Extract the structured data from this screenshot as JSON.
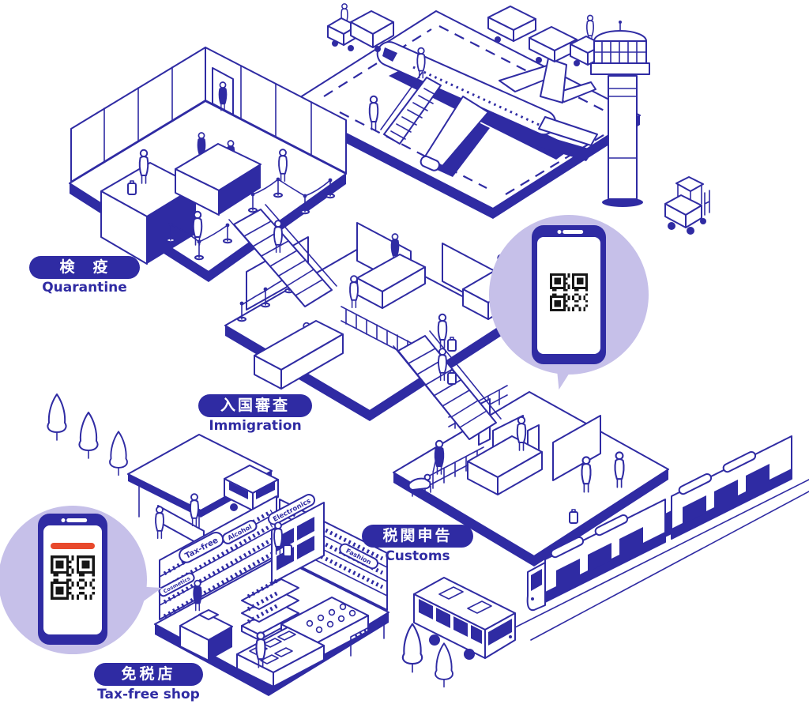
{
  "page": {
    "title": "Airport arrival procedure isometric illustration"
  },
  "colors": {
    "ink": "#2f2ba3",
    "lavender": "#c6c0e9",
    "qr_black": "#161616",
    "scan_bar": "#e8492c",
    "background": "#ffffff"
  },
  "steps": [
    {
      "id": "quarantine",
      "ja": "検　疫",
      "en": "Quarantine"
    },
    {
      "id": "immigration",
      "ja": "入国審査",
      "en": "Immigration"
    },
    {
      "id": "customs",
      "ja": "税関申告",
      "en": "Customs"
    },
    {
      "id": "taxfree",
      "ja": "免税店",
      "en": "Tax-free shop"
    }
  ],
  "shop_signs": {
    "taxfree": "Tax-free",
    "alcohol": "Alcohol",
    "electronics": "Electronics",
    "fashion": "Fashion",
    "cosmetics": "Cosmetics"
  },
  "callouts": {
    "top": {
      "id": "qr-phone-top",
      "icon": "smartphone-qr-code"
    },
    "bottom": {
      "id": "qr-phone-bottom",
      "icon": "smartphone-qr-code-scanning"
    }
  }
}
